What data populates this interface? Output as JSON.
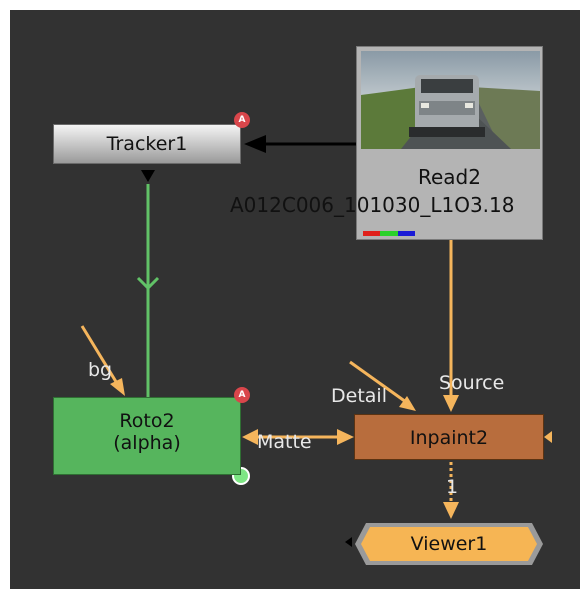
{
  "nodes": {
    "tracker": {
      "label": "Tracker1",
      "badge": "A"
    },
    "read": {
      "label": "Read2",
      "filename": "A012C006_101030_L1O3.18",
      "channel_colors": [
        "#e0201a",
        "#2bd12b",
        "#1a1ad6"
      ]
    },
    "roto": {
      "label": "Roto2",
      "sublabel": "(alpha)",
      "badge": "A"
    },
    "inpaint": {
      "label": "Inpaint2"
    },
    "viewer": {
      "label": "Viewer1"
    }
  },
  "inputs": {
    "bg": "bg",
    "detail": "Detail",
    "source": "Source",
    "matte": "Matte",
    "viewer_input": "1"
  },
  "colors": {
    "canvas": "#323232",
    "pipe_green": "#61c267",
    "pipe_orange": "#f5b55c",
    "pipe_black": "#000000",
    "roto_node": "#56b55d",
    "inpaint_node": "#b86d3d",
    "viewer_node": "#f6b554",
    "badge": "#d9464b"
  }
}
